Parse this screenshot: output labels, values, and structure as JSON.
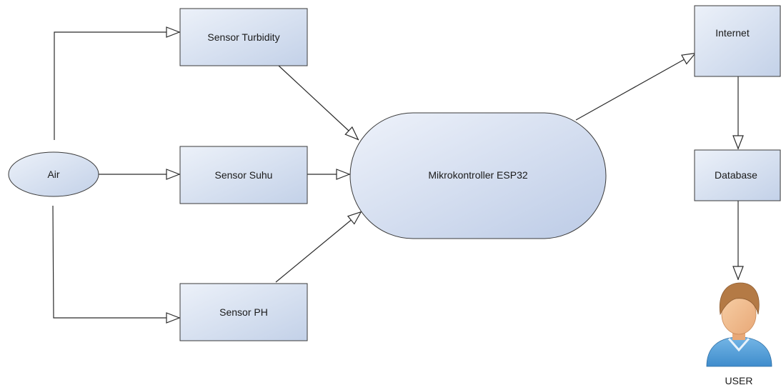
{
  "nodes": {
    "air": "Air",
    "sensor_turbidity": "Sensor Turbidity",
    "sensor_suhu": "Sensor Suhu",
    "sensor_ph": "Sensor PH",
    "microcontroller": "Mikrokontroller ESP32",
    "internet": "Internet",
    "database": "Database",
    "user": "USER"
  },
  "colors": {
    "fill_light": "#ecf1f9",
    "fill_dark": "#c3d1e8",
    "stroke": "#3a3a3a",
    "user_skin": "#f0bb8c",
    "user_hair": "#b47a45",
    "user_shirt": "#59a4dc"
  },
  "icons": {
    "user": "user-avatar-icon"
  }
}
